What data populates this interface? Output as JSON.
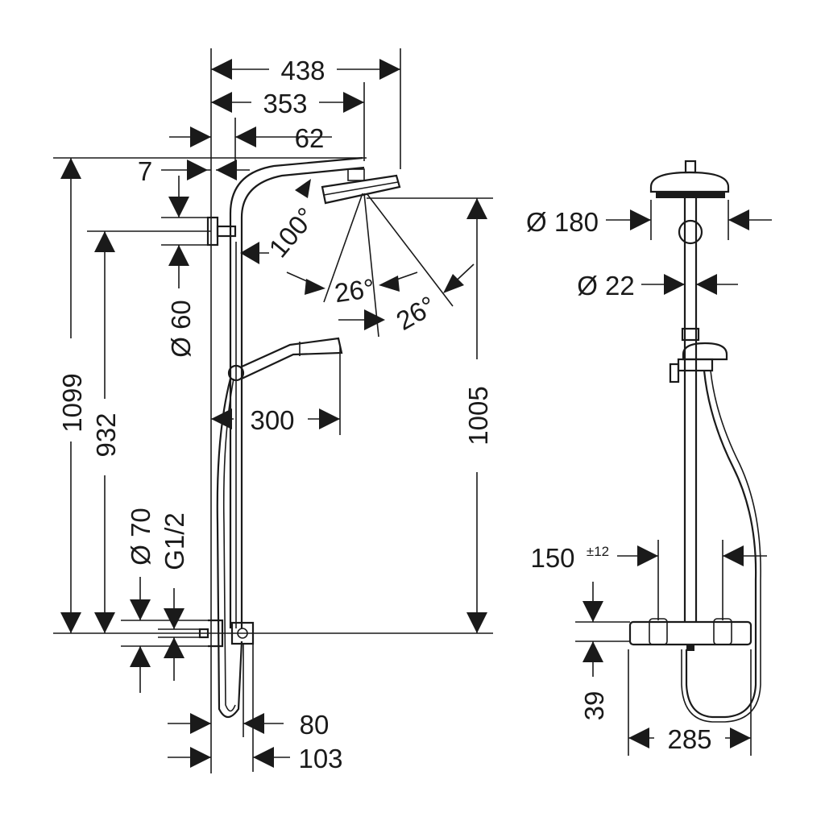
{
  "dimensions": {
    "d438": "438",
    "d353": "353",
    "d62": "62",
    "d7": "7",
    "d100deg": "100°",
    "d26a": "26°",
    "d26b": "26°",
    "d60": "Ø 60",
    "d1099": "1099",
    "d932": "932",
    "d300": "300",
    "d1005": "1005",
    "d70": "Ø 70",
    "dG12": "G1/2",
    "d80": "80",
    "d103": "103",
    "d180": "Ø 180",
    "d22": "Ø 22",
    "d150": "150",
    "d150tol": "±12",
    "d39": "39",
    "d285": "285"
  },
  "colors": {
    "ink": "#1a1a1a",
    "background": "#ffffff"
  }
}
